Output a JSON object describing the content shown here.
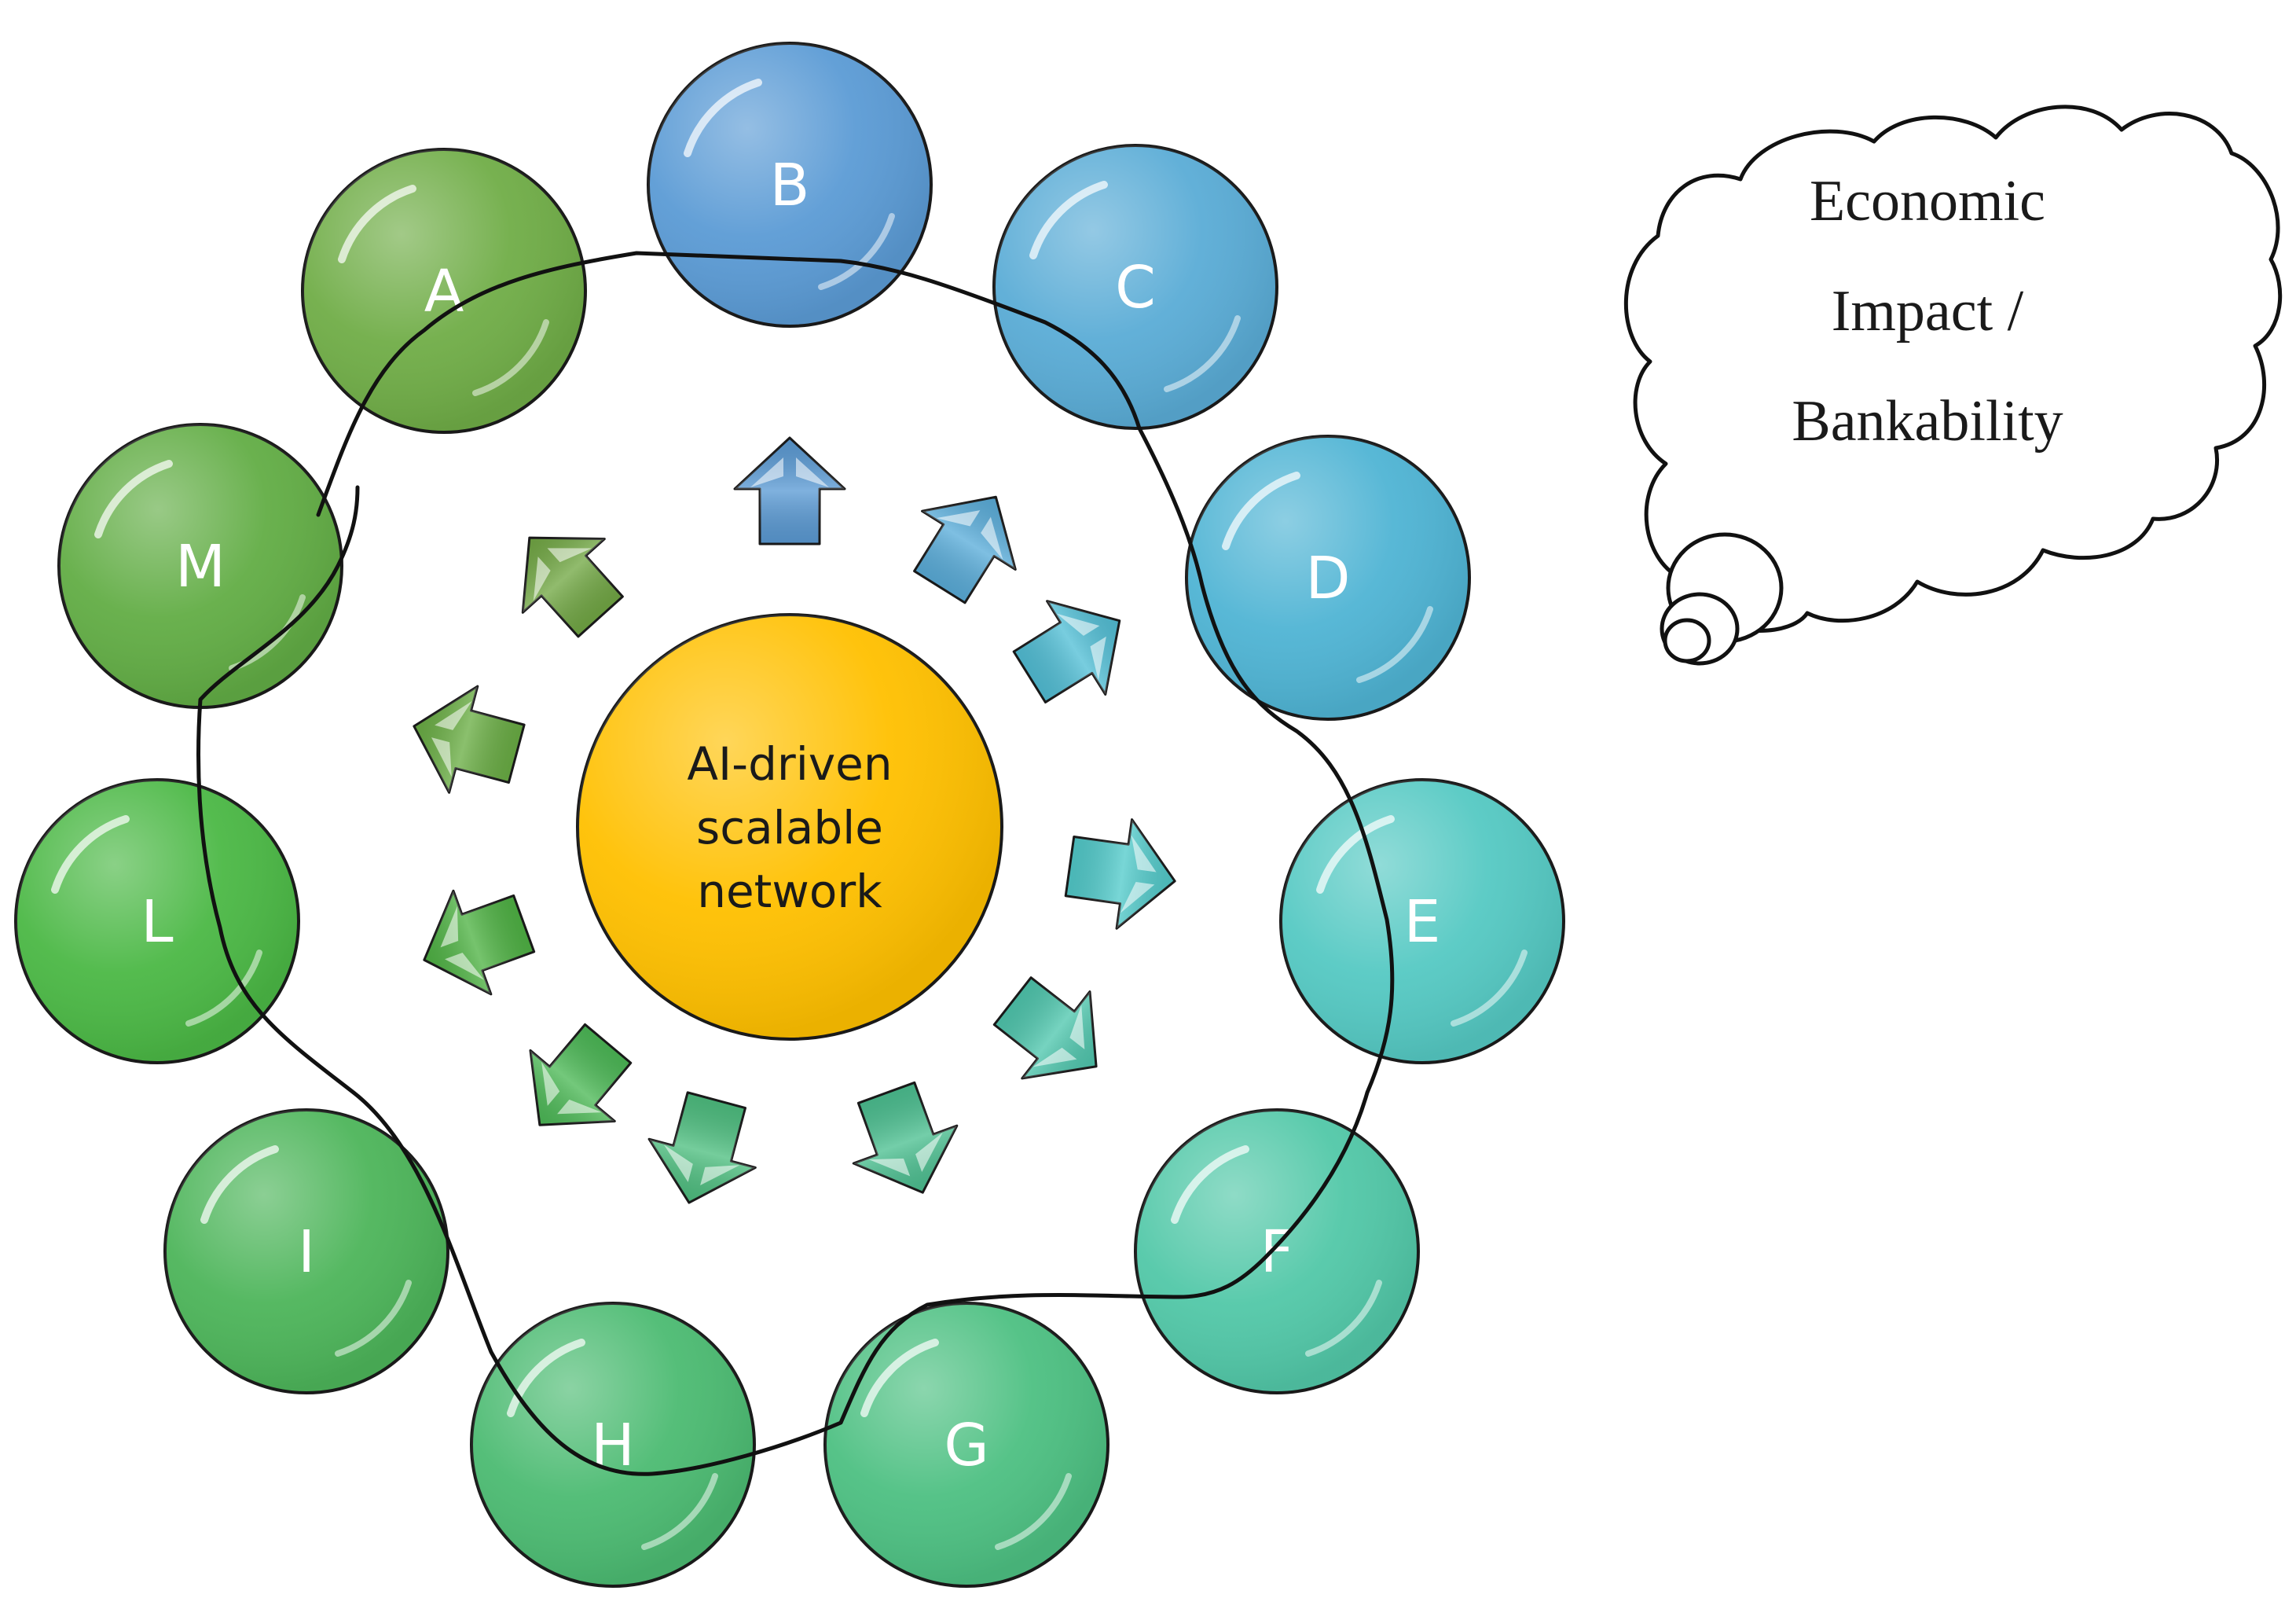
{
  "center": {
    "lines": [
      "AI-driven",
      "scalable",
      "network"
    ],
    "color": "#FFC000"
  },
  "nodes": [
    {
      "label": "A",
      "color": "#70AD47"
    },
    {
      "label": "B",
      "color": "#5B9BD5"
    },
    {
      "label": "C",
      "color": "#5AACD6"
    },
    {
      "label": "D",
      "color": "#4FB4D4"
    },
    {
      "label": "E",
      "color": "#55C9C3"
    },
    {
      "label": "F",
      "color": "#52C8A8"
    },
    {
      "label": "G",
      "color": "#4DC082"
    },
    {
      "label": "H",
      "color": "#4CBB72"
    },
    {
      "label": "I",
      "color": "#4DB55A"
    },
    {
      "label": "L",
      "color": "#4BB845"
    },
    {
      "label": "M",
      "color": "#62AD45"
    }
  ],
  "arrows": [
    {
      "color": "#5B9BD5"
    },
    {
      "color": "#5AADDA"
    },
    {
      "color": "#52BFD6"
    },
    {
      "color": "#52CBCB"
    },
    {
      "color": "#4FC7AE"
    },
    {
      "color": "#4CC091"
    },
    {
      "color": "#4EBF80"
    },
    {
      "color": "#4CB956"
    },
    {
      "color": "#4FB344"
    },
    {
      "color": "#6AAE44"
    },
    {
      "color": "#72A844"
    }
  ],
  "cloud": {
    "lines": [
      "Economic",
      "Impact /",
      "Bankability"
    ]
  }
}
